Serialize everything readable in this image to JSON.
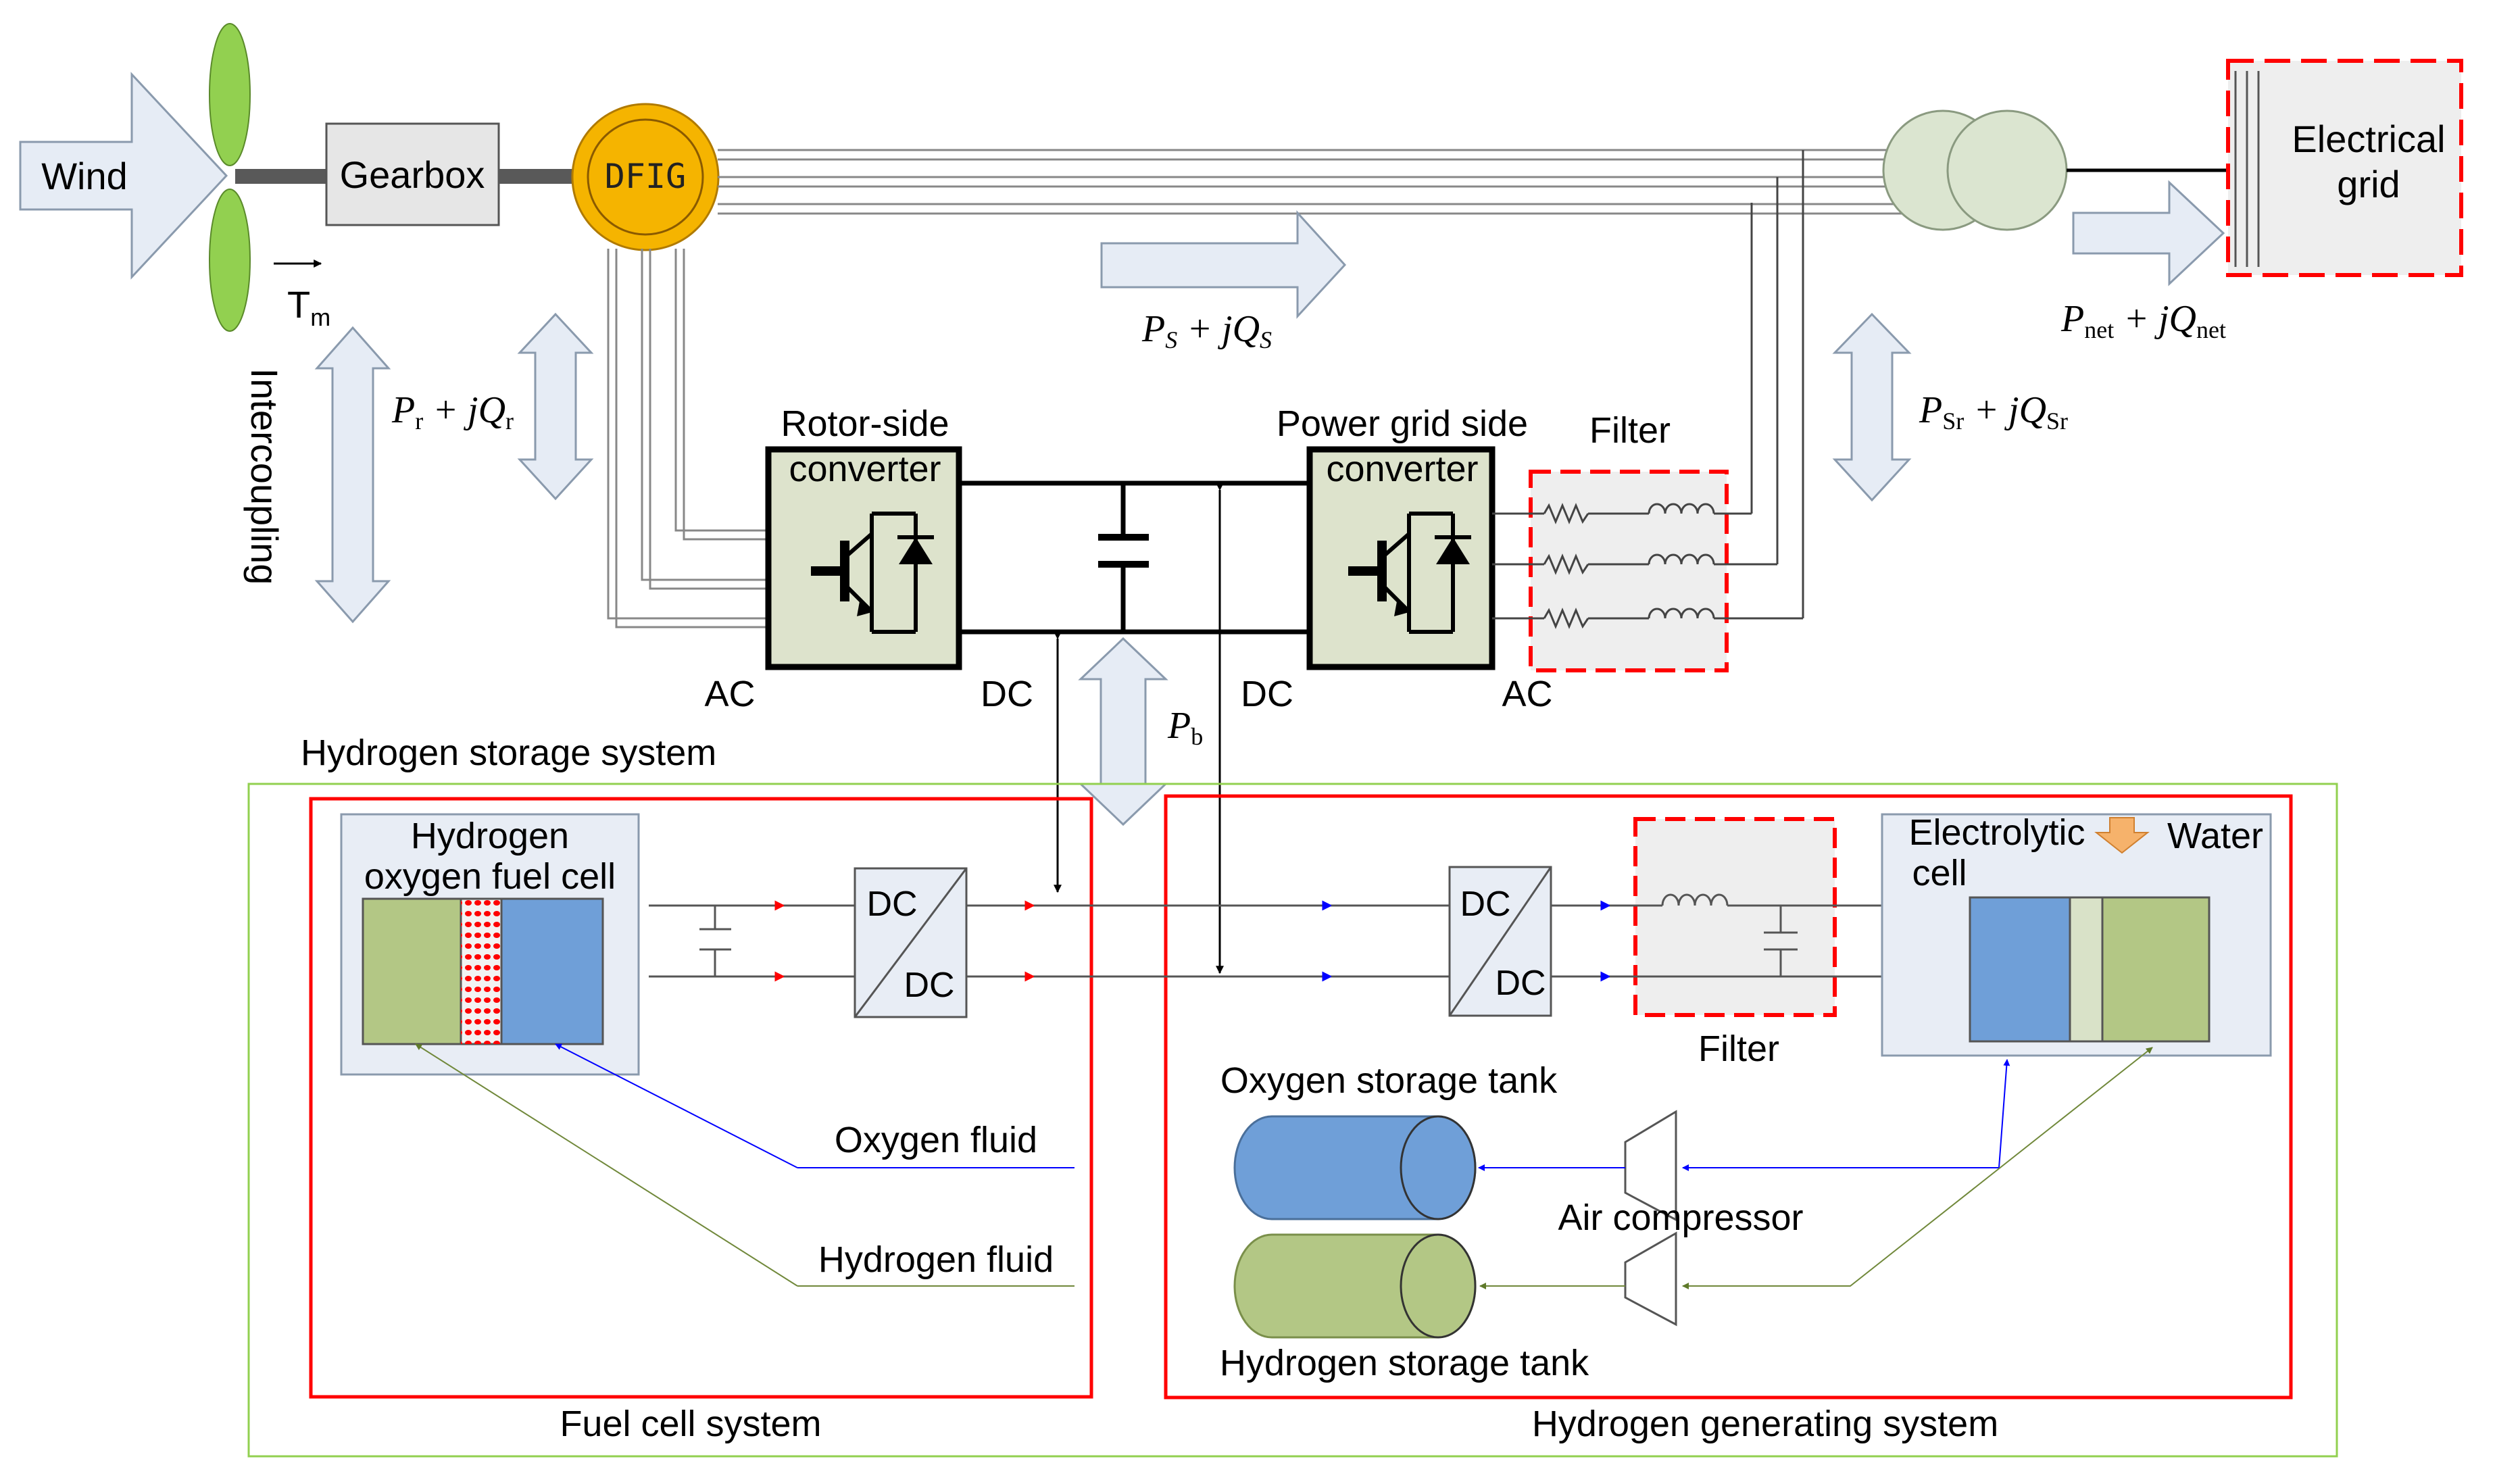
{
  "labels": {
    "wind": "Wind",
    "gearbox": "Gearbox",
    "dfig": "DFIG",
    "tm_main": "T",
    "tm_sub": "m",
    "intercoupling": "Intercoupling",
    "electrical_grid_line1": "Electrical",
    "electrical_grid_line2": "grid",
    "rotor_side_line1": "Rotor-side",
    "rotor_side_line2": "converter",
    "grid_side_line1": "Power grid side",
    "grid_side_line2": "converter",
    "filter_top": "Filter",
    "ac_left": "AC",
    "dc_left": "DC",
    "dc_right": "DC",
    "ac_right": "AC",
    "hydrogen_storage_system": "Hydrogen storage system",
    "fuel_cell_line1": "Hydrogen",
    "fuel_cell_line2": "oxygen fuel cell",
    "dc_conv1_top": "DC",
    "dc_conv1_bottom": "DC",
    "dc_conv2_top": "DC",
    "dc_conv2_bottom": "DC",
    "filter_bottom": "Filter",
    "electrolytic_line1": "Electrolytic",
    "electrolytic_line2": "cell",
    "water": "Water",
    "oxygen_tank": "Oxygen storage tank",
    "hydrogen_tank": "Hydrogen storage tank",
    "air_compressor": "Air compressor",
    "oxygen_fluid": "Oxygen fluid",
    "hydrogen_fluid": "Hydrogen fluid",
    "fuel_cell_system": "Fuel cell system",
    "hydrogen_generating_system": "Hydrogen generating system"
  },
  "formulas": {
    "ps": {
      "p": "P",
      "ps": "S",
      "mid": " + ",
      "q": "jQ",
      "qs": "S"
    },
    "pr": {
      "p": "P",
      "ps": "r",
      "mid": " + ",
      "q": "jQ",
      "qs": "r"
    },
    "psr": {
      "p": "P",
      "ps": "Sr",
      "mid": " + ",
      "q": "jQ",
      "qs": "Sr"
    },
    "pnet": {
      "p": "P",
      "ps": "net",
      "mid": " + ",
      "q": "jQ",
      "qs": "net"
    },
    "pb": {
      "p": "P",
      "ps": "b"
    }
  },
  "colors": {
    "arrow_fill": "#e6ecf5",
    "arrow_stroke": "#8a9aad",
    "blade": "#92d050",
    "dfig": "#f5b400",
    "converter_fill": "#dde3cc",
    "transformer": "#dbe5d0",
    "panel_fill": "#e8edf5",
    "fc_green": "#b3c785",
    "fc_blue": "#6f9fd8",
    "red_dot": "#ff0000",
    "red_box": "#ff0000",
    "green_box": "#92d050",
    "filter_fill": "#eeeeee",
    "oxygen_line": "#0000ff",
    "hydrogen_line": "#70883a",
    "water_arrow": "#f6b26b"
  }
}
